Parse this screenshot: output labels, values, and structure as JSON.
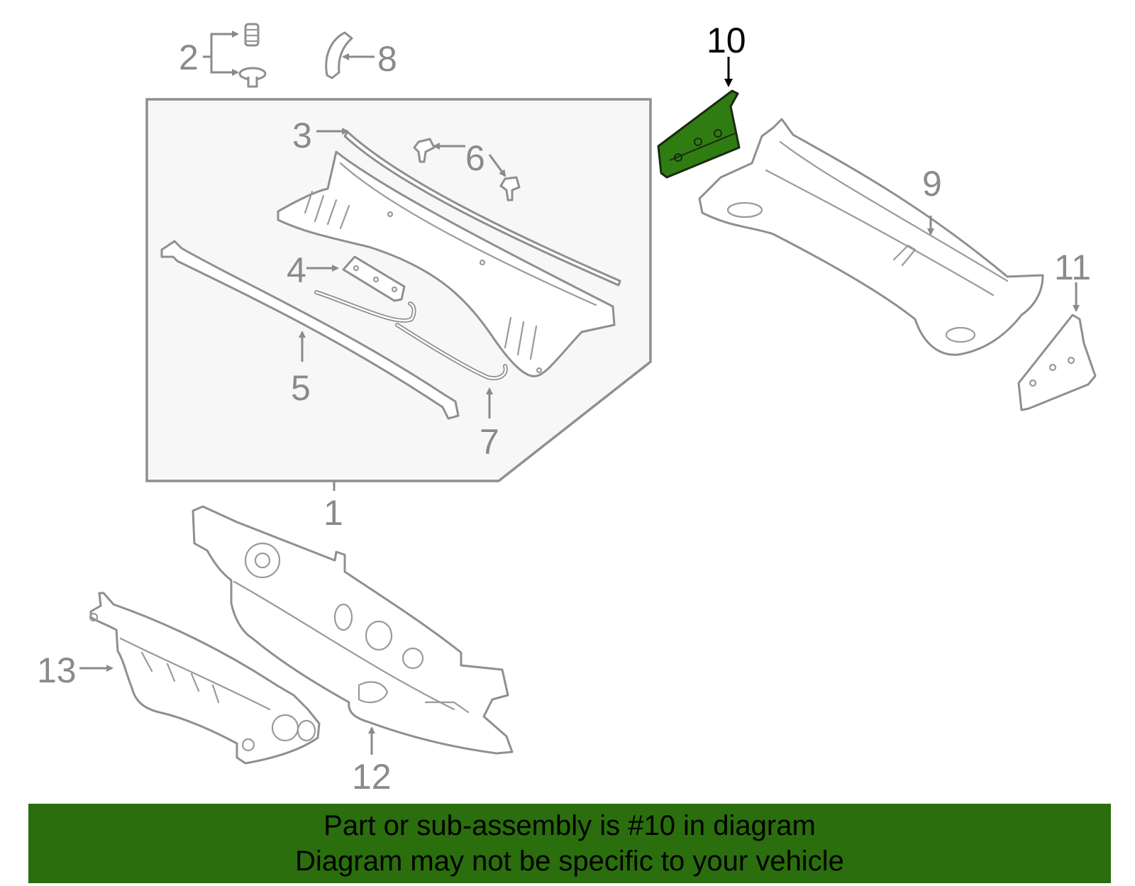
{
  "colors": {
    "highlight": "#2f7d12",
    "banner": "#2b6e0d",
    "line": "#8f8f8f",
    "label": "#8a8a8a"
  },
  "callouts": {
    "c1": "1",
    "c2": "2",
    "c3": "3",
    "c4": "4",
    "c5": "5",
    "c6": "6",
    "c7": "7",
    "c8": "8",
    "c9": "9",
    "c10": "10",
    "c11": "11",
    "c12": "12",
    "c13": "13"
  },
  "highlighted_part": "10",
  "banner": {
    "line1": "Part or sub-assembly is #10 in diagram",
    "line2": "Diagram may not be specific to your vehicle"
  }
}
